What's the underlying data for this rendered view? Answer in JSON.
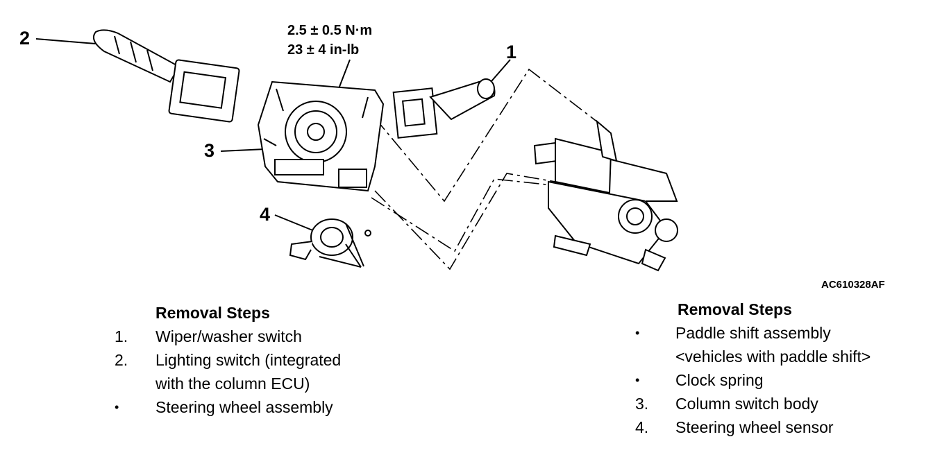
{
  "figure_code": "AC610328AF",
  "torque": {
    "nm": "2.5 ± 0.5 N·m",
    "inlb": "23 ± 4 in-lb"
  },
  "callouts": [
    "1",
    "2",
    "3",
    "4"
  ],
  "left_steps": {
    "heading": "Removal Steps",
    "items": [
      {
        "marker": "1.",
        "lines": [
          "Wiper/washer switch"
        ]
      },
      {
        "marker": "2.",
        "lines": [
          "Lighting switch (integrated",
          "with the column ECU)"
        ]
      },
      {
        "marker": "•",
        "lines": [
          "Steering wheel assembly"
        ]
      }
    ]
  },
  "right_steps": {
    "heading": "Removal Steps",
    "items": [
      {
        "marker": "•",
        "lines": [
          "Paddle shift assembly",
          "<vehicles with paddle shift>"
        ]
      },
      {
        "marker": "•",
        "lines": [
          "Clock spring"
        ]
      },
      {
        "marker": "3.",
        "lines": [
          "Column switch body"
        ]
      },
      {
        "marker": "4.",
        "lines": [
          "Steering wheel sensor"
        ]
      }
    ]
  }
}
